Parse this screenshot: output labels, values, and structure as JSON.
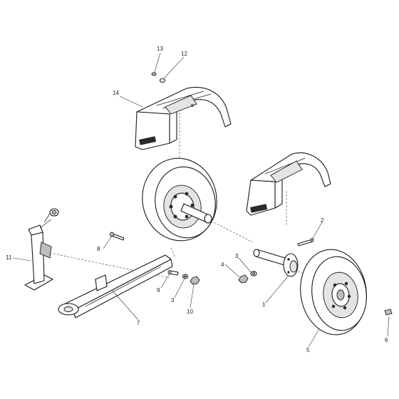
{
  "callouts": [
    {
      "id": "c1",
      "text": "1"
    },
    {
      "id": "c2",
      "text": "2"
    },
    {
      "id": "c3a",
      "text": "3"
    },
    {
      "id": "c3b",
      "text": "3"
    },
    {
      "id": "c4",
      "text": "4"
    },
    {
      "id": "c5",
      "text": "5"
    },
    {
      "id": "c6",
      "text": "6"
    },
    {
      "id": "c7",
      "text": "7"
    },
    {
      "id": "c8",
      "text": "8"
    },
    {
      "id": "c9",
      "text": "9"
    },
    {
      "id": "c10",
      "text": "10"
    },
    {
      "id": "c11",
      "text": "11"
    },
    {
      "id": "c12",
      "text": "12"
    },
    {
      "id": "c13",
      "text": "13"
    },
    {
      "id": "c14",
      "text": "14"
    }
  ],
  "colors": {
    "line": "#1a1a1a",
    "background": "#ffffff",
    "shade": "#bdbdbd"
  }
}
